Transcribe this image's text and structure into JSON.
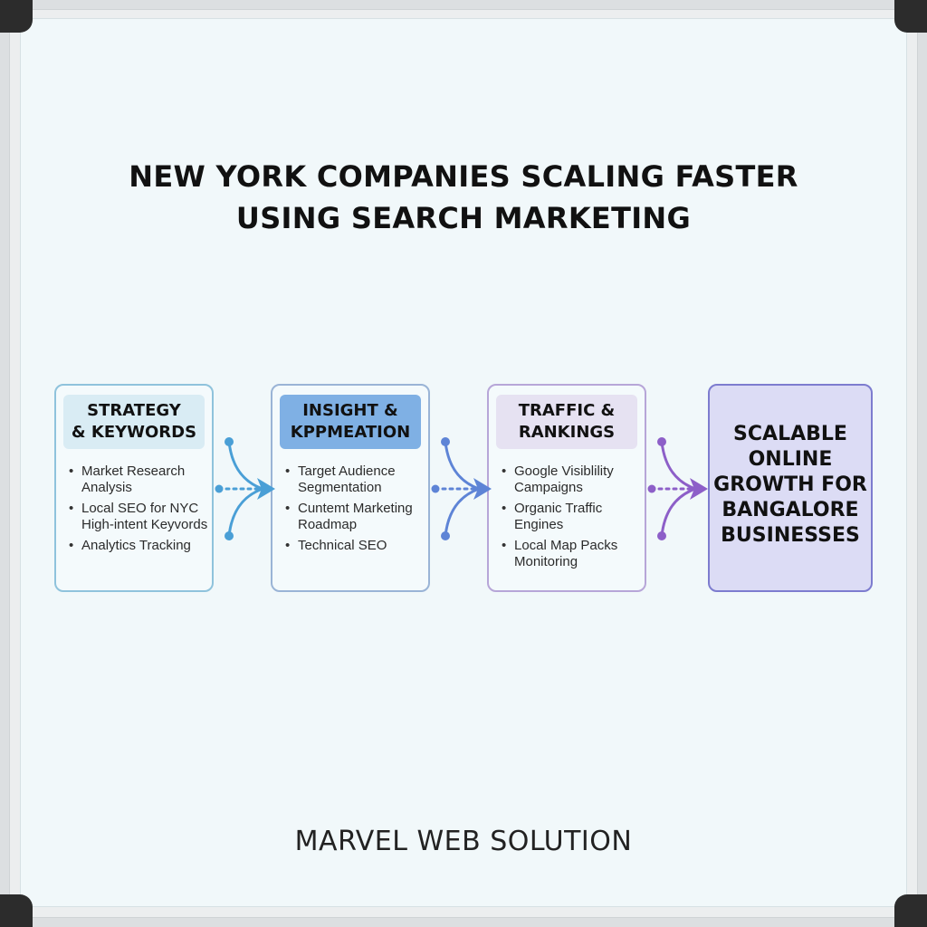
{
  "title": {
    "line1": "NEW YORK COMPANIES SCALING FASTER",
    "line2": "USING SEARCH MARKETING"
  },
  "stages": [
    {
      "heading_line1": "STRATEGY",
      "heading_line2": "& KEYWORDS",
      "bullets": [
        "Market Research Analysis",
        "Local SEO for NYC High-intent Keyvords",
        "Analytics Tracking"
      ]
    },
    {
      "heading_line1": "INSIGHT &",
      "heading_line2": "KPPMEATION",
      "bullets": [
        "Target Audience Segmentation",
        "Cuntemt Marketing Roadmap",
        "Technical SEO"
      ]
    },
    {
      "heading_line1": "TRAFFIC &",
      "heading_line2": "RANKINGS",
      "bullets": [
        "Google Visiblility Campaigns",
        "Organic Traffic Engines",
        "Local Map Packs Monitoring"
      ]
    }
  ],
  "outcome": {
    "line1": "SCALABLE",
    "line2": "ONLINE",
    "line3": "GROWTH FOR",
    "line4": "BANGALORE",
    "line5": "BUSINESSES"
  },
  "footer": "MARVEL WEB SOLUTION",
  "colors": {
    "connector1": "#4a9fd6",
    "connector2": "#5e84d6",
    "connector3": "#8d5fc8",
    "outcome_fill": "#dcdcf5",
    "outcome_border": "#7d7ccf"
  }
}
